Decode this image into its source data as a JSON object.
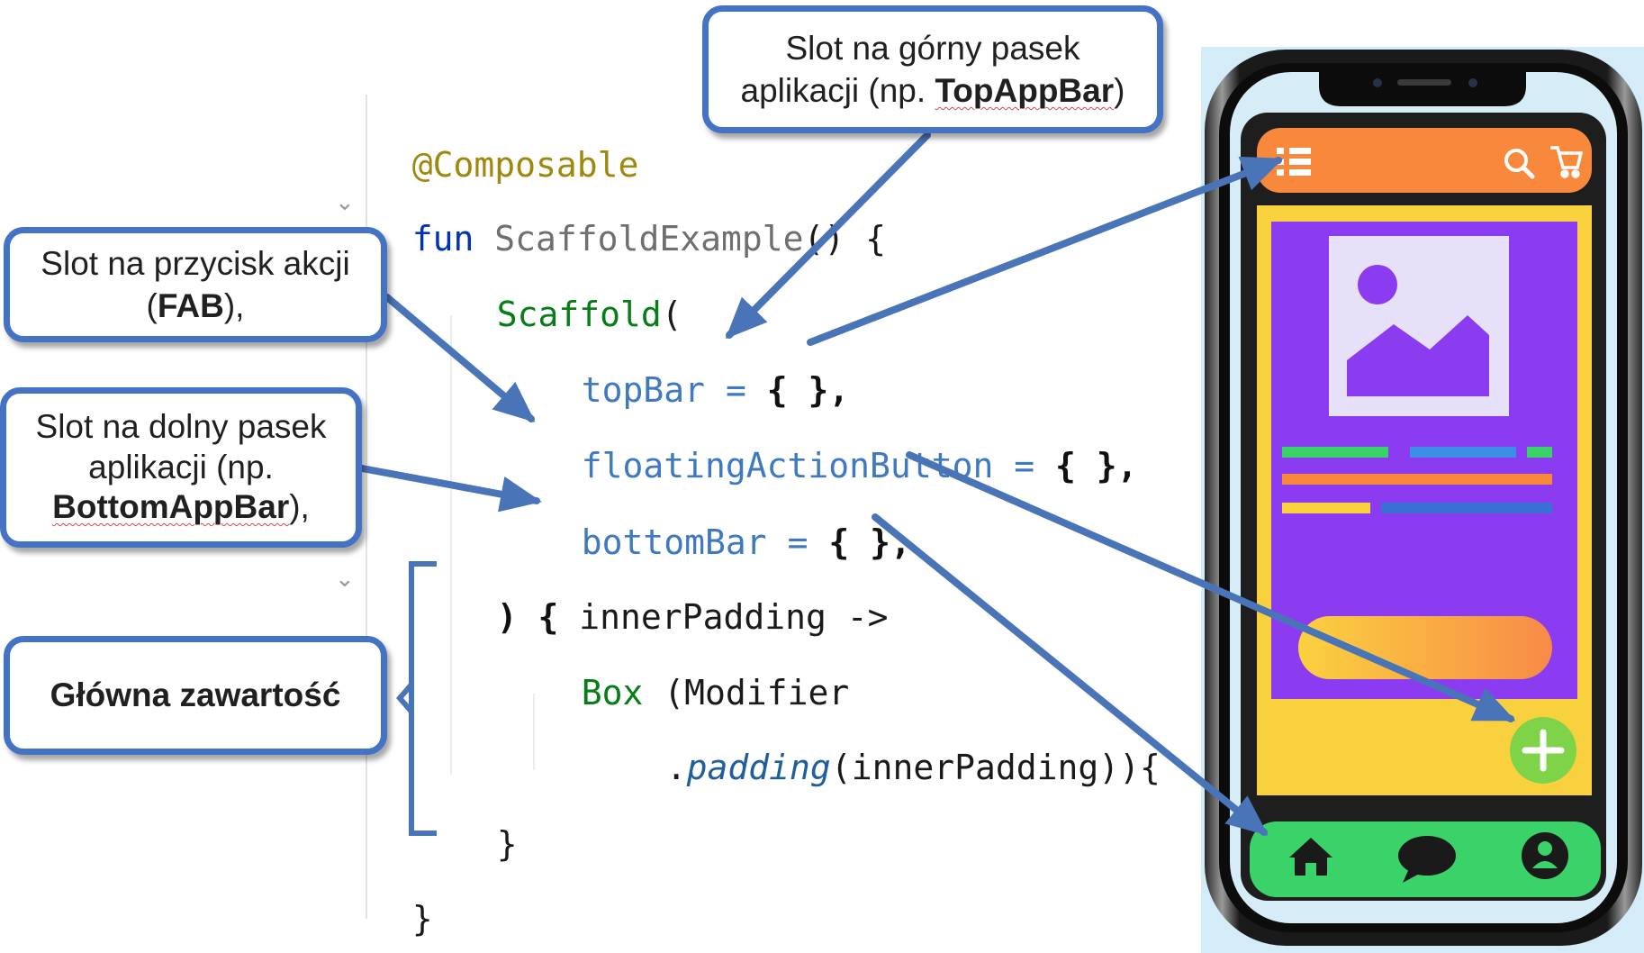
{
  "code": {
    "annotation": "@Composable",
    "fun_keyword": "fun",
    "fun_name": "ScaffoldExample",
    "fun_sig_end": "() {",
    "scaffold": "Scaffold",
    "scaffold_open": "(",
    "top_bar_prop": "topBar",
    "eq": "=",
    "top_bar_value": "{ },",
    "fab_prop": "floatingActionButton",
    "fab_value": "{ },",
    "bottom_bar_prop": "bottomBar",
    "bottom_bar_value": "{ },",
    "content_open": ") {",
    "content_param": "innerPadding ->",
    "box_name": "Box",
    "box_args": "(Modifier",
    "padding_dot": ".",
    "padding_fn": "padding",
    "padding_args": "(innerPadding)){   }",
    "close_inner": "}",
    "close_outer": "}"
  },
  "callouts": {
    "topbar": {
      "line1": "Slot na górny pasek",
      "line2_prefix": "aplikacji (np. ",
      "line2_bold": "TopAppBar",
      "line2_suffix": ")"
    },
    "fab": {
      "line1": "Slot na przycisk akcji",
      "line2_prefix": "(",
      "line2_bold": "FAB",
      "line2_suffix": "),"
    },
    "bottombar": {
      "line1": "Slot na dolny pasek",
      "line2": "aplikacji (np.",
      "line3_bold": "BottomAppBar",
      "line3_suffix": "),"
    },
    "content": {
      "label": "Główna zawartość"
    }
  },
  "colors": {
    "callout_border": "#4472c4",
    "arrow": "#4a74b8",
    "phone_top_bar": "#f8893c",
    "phone_content_bg": "#f9d13e",
    "phone_card": "#8b3cf0",
    "phone_fab": "#7ed348",
    "phone_bottom_bar": "#3ad36a"
  },
  "icons": {
    "top_bar_left": "menu-list-icon",
    "top_bar_right": [
      "search-icon",
      "cart-icon"
    ],
    "card_image": "image-placeholder-icon",
    "fab": "plus-icon",
    "bottom_bar": [
      "home-icon",
      "chat-icon",
      "user-icon"
    ]
  }
}
